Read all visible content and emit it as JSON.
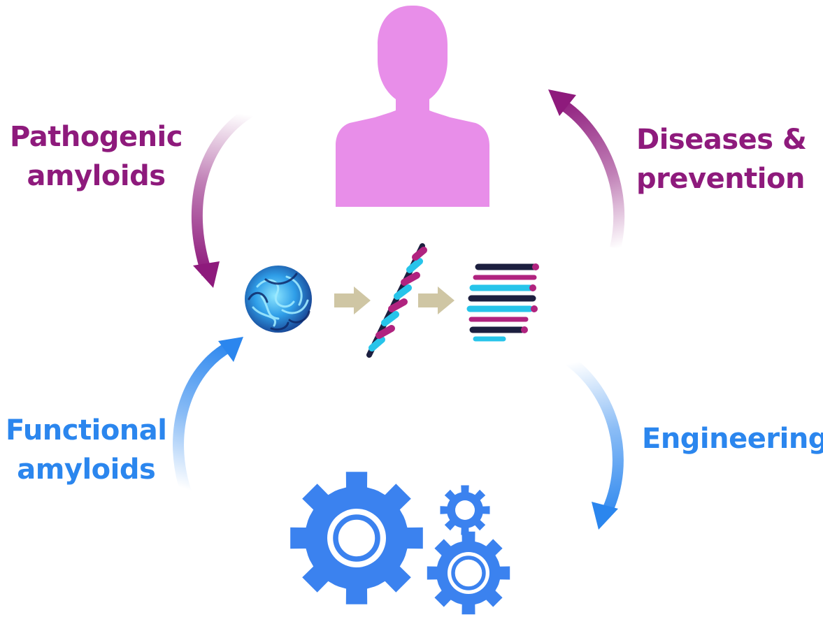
{
  "labels": {
    "pathogenic": {
      "line1": "Pathogenic",
      "line2": "amyloids"
    },
    "diseases": {
      "line1": "Diseases &",
      "line2": "prevention"
    },
    "functional": {
      "line1": "Functional",
      "line2": "amyloids"
    },
    "engineering": {
      "line1": "Engineering"
    }
  },
  "colors": {
    "pathogenic_purple": "#8e1a7c",
    "human_pink": "#e88ee9",
    "functional_blue": "#2b86ee",
    "gear_blue": "#3b82ef",
    "process_arrow_tan": "#cfc6a4",
    "amyloid_dark": "#1c1f3f",
    "amyloid_cyan": "#27c4ea",
    "amyloid_magenta": "#b0237f"
  },
  "icons": [
    "human-silhouette-icon",
    "protein-monomer-icon",
    "protofibril-helix-icon",
    "amyloid-fibril-stack-icon",
    "gears-icon"
  ]
}
